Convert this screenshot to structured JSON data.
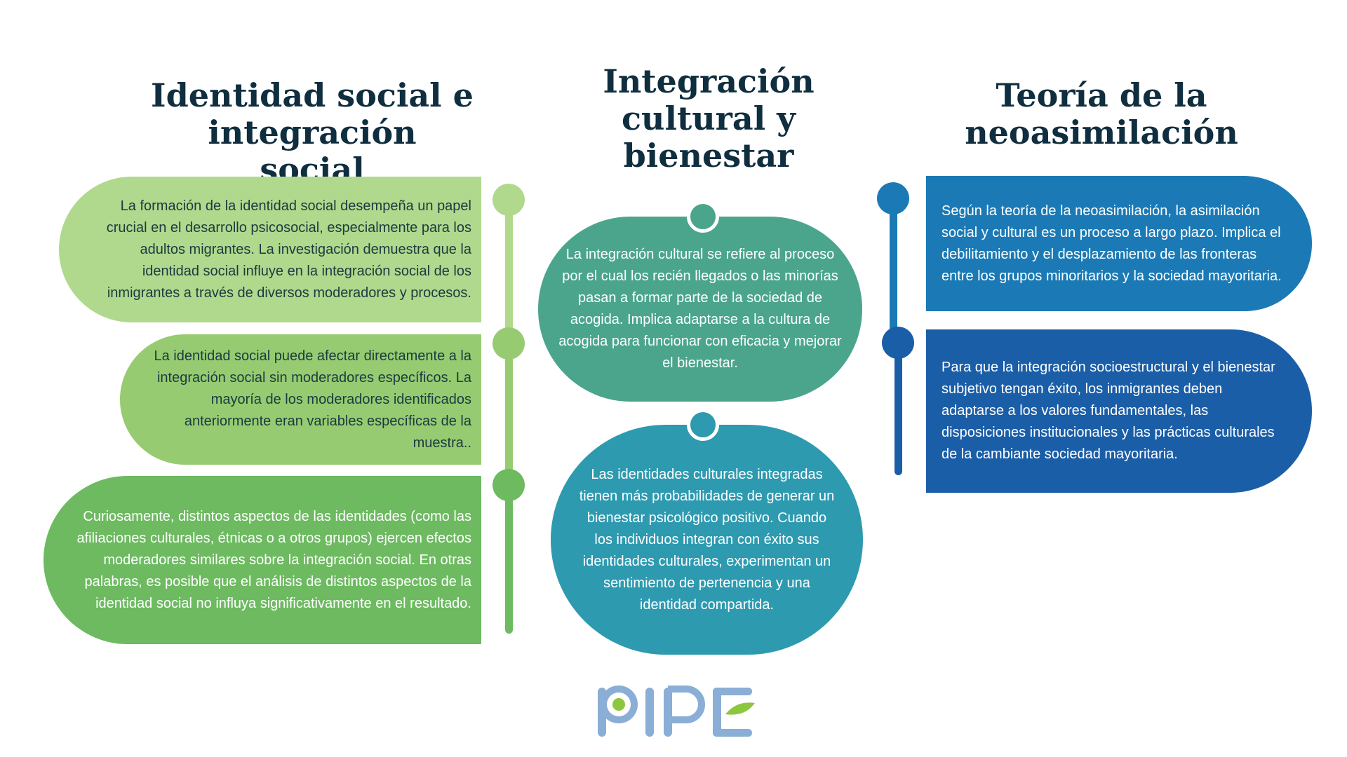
{
  "headings": {
    "left": "Identidad social e integración social",
    "middle": "Integración cultural y bienestar",
    "right": "Teoría de la neoasimilación"
  },
  "left_cards": [
    "La formación de la identidad social desempeña un papel crucial en el desarrollo psicosocial, especialmente para los adultos migrantes. La investigación demuestra que la identidad social influye en la integración social de los inmigrantes a través de diversos moderadores y procesos.",
    "La identidad social puede afectar directamente a la integración social sin moderadores específicos. La mayoría de los moderadores identificados anteriormente eran variables específicas de la muestra..",
    "Curiosamente, distintos aspectos de las identidades (como las afiliaciones culturales, étnicas o a otros grupos) ejercen efectos moderadores similares sobre la integración social. En otras palabras, es posible que el análisis de distintos aspectos de la identidad social no influya significativamente en el resultado."
  ],
  "middle_cards": [
    "La integración cultural se refiere al proceso por el cual los recién llegados o las minorías pasan a formar parte de la sociedad de acogida. Implica adaptarse a la cultura de acogida para funcionar con eficacia y mejorar el bienestar.",
    "Las identidades culturales integradas tienen más probabilidades de generar un bienestar psicológico positivo. Cuando los individuos integran con éxito sus identidades culturales, experimentan un sentimiento de pertenencia y una identidad compartida."
  ],
  "right_cards": [
    "Según la teoría de la neoasimilación, la asimilación social y cultural es un proceso a largo plazo. Implica el debilitamiento y el desplazamiento de las fronteras entre los grupos minoritarios y la sociedad mayoritaria.",
    "Para que la integración socioestructural y el bienestar subjetivo tengan éxito, los inmigrantes deben adaptarse a los valores fundamentales, las disposiciones institucionales y las prácticas culturales de la cambiante sociedad mayoritaria."
  ],
  "logo": {
    "text": "PIPE",
    "colors": {
      "letters": "#8aaed6",
      "leaf": "#8dc63f"
    }
  },
  "colors": {
    "heading": "#0f2e3f",
    "green_light": "#b0d98d",
    "green_mid": "#97cb71",
    "green_dark": "#6dba61",
    "teal": "#4aa58c",
    "teal_blue": "#2d9ab0",
    "blue": "#1b7ab5",
    "blue_dark": "#1b5ea8"
  }
}
